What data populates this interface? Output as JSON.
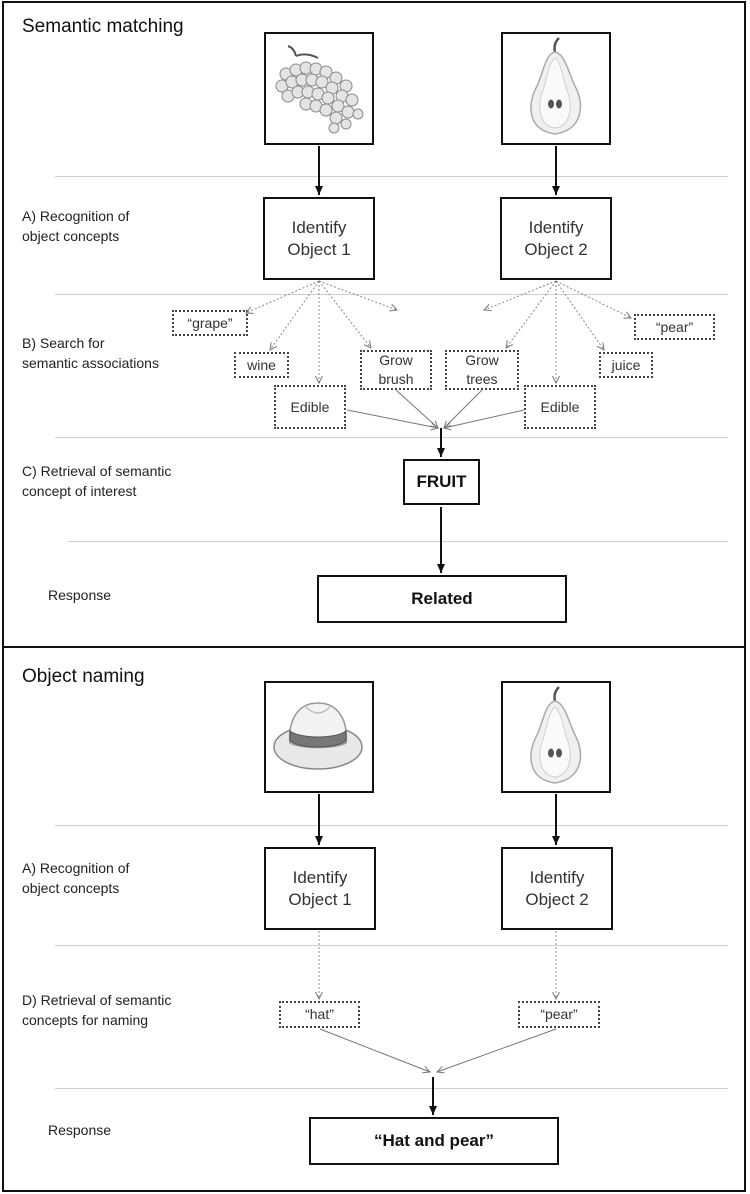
{
  "panel1": {
    "title": "Semantic matching",
    "step_a": [
      "A) Recognition of",
      "object concepts"
    ],
    "step_b": [
      "B) Search for",
      "semantic associations"
    ],
    "step_c": [
      "C) Retrieval of semantic",
      "concept of interest"
    ],
    "response_label": "Response",
    "object1": [
      "Identify",
      "Object 1"
    ],
    "object2": [
      "Identify",
      "Object 2"
    ],
    "image1_icon": "grapes-icon",
    "image2_icon": "pear-icon",
    "associations": {
      "grape": "“grape”",
      "wine": "wine",
      "edible1": "Edible",
      "grow_brush": [
        "Grow",
        "brush"
      ],
      "grow_trees": [
        "Grow",
        "trees"
      ],
      "edible2": "Edible",
      "juice": "juice",
      "pear": "“pear”"
    },
    "concept": "FRUIT",
    "response": "Related"
  },
  "panel2": {
    "title": "Object naming",
    "step_a": [
      "A) Recognition of",
      "object concepts"
    ],
    "step_d": [
      "D) Retrieval of semantic",
      "concepts for naming"
    ],
    "response_label": "Response",
    "object1": [
      "Identify",
      "Object 1"
    ],
    "object2": [
      "Identify",
      "Object 2"
    ],
    "image1_icon": "hat-icon",
    "image2_icon": "pear-icon",
    "name1": "“hat”",
    "name2": "“pear”",
    "response": "“Hat and pear”"
  }
}
